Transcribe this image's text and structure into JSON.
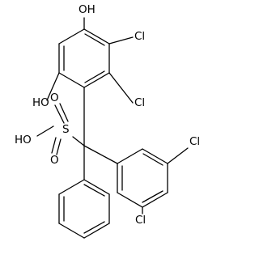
{
  "molecule": {
    "labels": {
      "hydroxyl_top": "OH",
      "chloro_ring_upper": "Cl",
      "chloro_ring_lower": "Cl",
      "hydroxyl_left": "HO",
      "sulfonic_oxygen_top": "O",
      "sulfonic_oxygen_bottom": "O",
      "sulfonic_sulfur": "S",
      "sulfonic_hydroxyl": "HO",
      "chloro_meta_top": "Cl",
      "chloro_meta_bottom": "Cl"
    }
  },
  "colors": {
    "bond": "#000000",
    "label": "#000000",
    "background": "#ffffff"
  }
}
